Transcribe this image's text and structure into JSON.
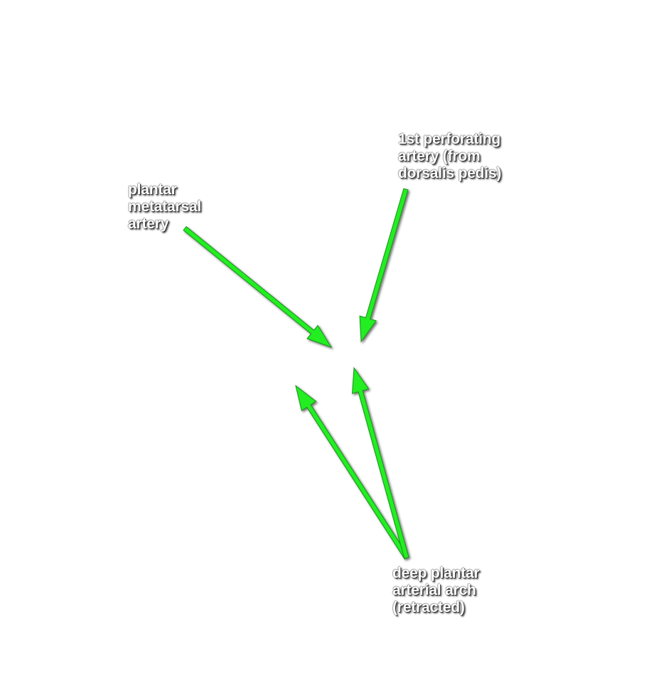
{
  "labels": {
    "plantar_metatarsal": {
      "lines": [
        "plantar",
        "metatarsal",
        "artery"
      ]
    },
    "first_perforating": {
      "lines": [
        "1st perforating",
        "artery (from",
        "dorsalis pedis)"
      ]
    },
    "deep_plantar_arch": {
      "lines": [
        "deep plantar",
        "arterial arch",
        "(retracted)"
      ]
    }
  },
  "colors": {
    "arrow_fill": "#22ee22",
    "arrow_outline": "#1a8f1a",
    "label_text": "#ffffff",
    "label_shadow": "#333333"
  }
}
